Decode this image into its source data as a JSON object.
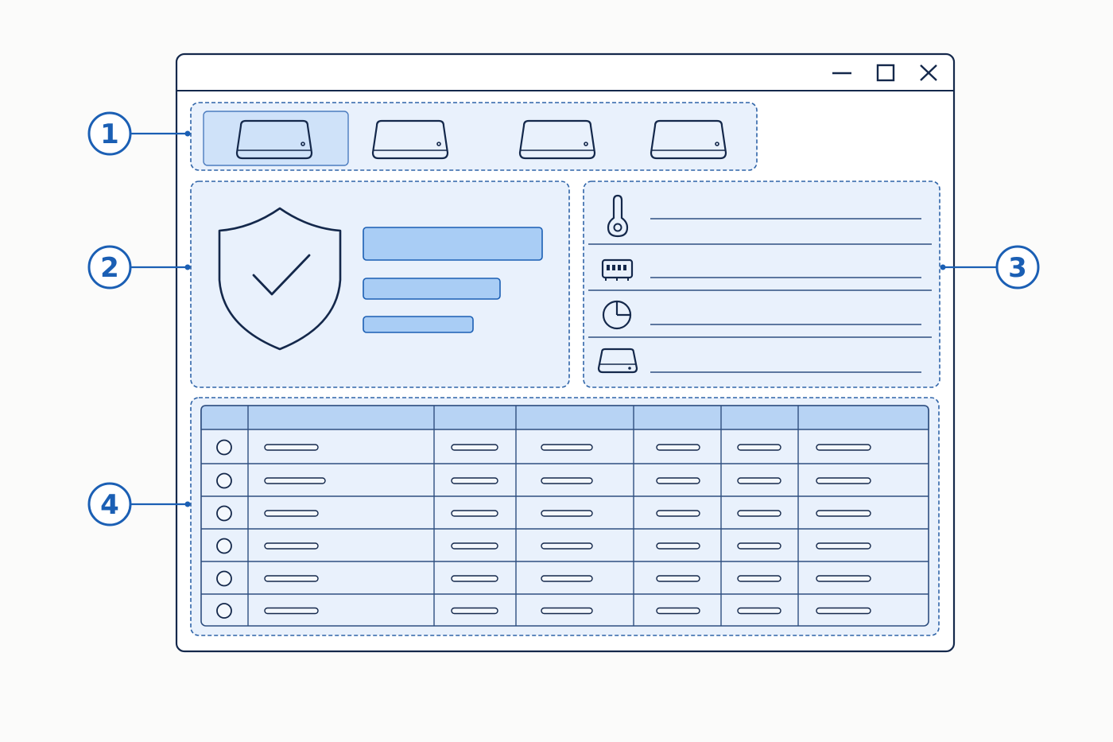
{
  "colors": {
    "outline": "#14284b",
    "accent": "#1b5fb4",
    "panel_fill": "#e9f1fc",
    "highlight_fill": "#cfe2f9",
    "bar_fill": "#a9cdf5",
    "header_fill": "#b7d3f4",
    "window_fill": "#ffffff",
    "page_bg": "#fbfbfa"
  },
  "window": {
    "title_controls": [
      {
        "name": "minimize-icon"
      },
      {
        "name": "maximize-icon"
      },
      {
        "name": "close-icon"
      }
    ]
  },
  "callouts": [
    {
      "label": "1"
    },
    {
      "label": "2"
    },
    {
      "label": "3"
    },
    {
      "label": "4"
    }
  ],
  "drive_selector": {
    "drives": [
      {
        "icon": "hard-drive-icon",
        "selected": true
      },
      {
        "icon": "hard-drive-icon",
        "selected": false
      },
      {
        "icon": "hard-drive-icon",
        "selected": false
      },
      {
        "icon": "hard-drive-icon",
        "selected": false
      }
    ]
  },
  "health_panel": {
    "icon": "shield-check-icon",
    "placeholder_bars": 3
  },
  "attributes_panel": {
    "rows": [
      {
        "icon": "thermometer-icon"
      },
      {
        "icon": "memory-chip-icon"
      },
      {
        "icon": "pie-chart-icon"
      },
      {
        "icon": "hard-drive-icon"
      }
    ]
  },
  "details_table": {
    "column_count": 7,
    "row_count": 6,
    "row_icon": "radio-circle-icon"
  }
}
